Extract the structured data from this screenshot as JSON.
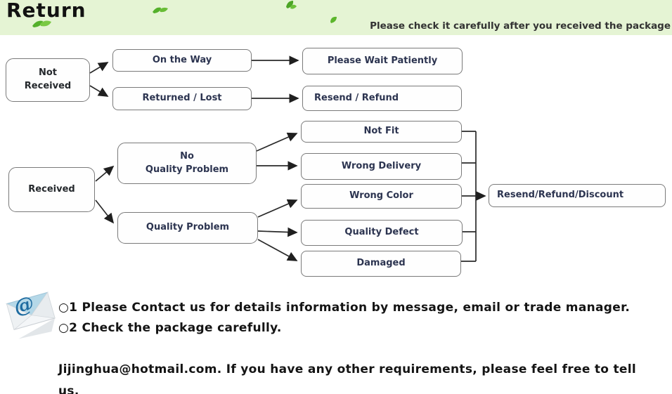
{
  "banner": {
    "title": "Return",
    "notice": "Please check it carefully after you received the package"
  },
  "flowchart": {
    "nodes": {
      "not_received": "Not\nReceived",
      "on_the_way": "On the Way",
      "returned_lost": "Returned / Lost",
      "please_wait": "Please Wait Patiently",
      "resend_refund": "Resend / Refund",
      "received": "Received",
      "no_quality_problem": "No\nQuality Problem",
      "quality_problem": "Quality Problem",
      "not_fit": "Not Fit",
      "wrong_delivery": "Wrong Delivery",
      "wrong_color": "Wrong Color",
      "quality_defect": "Quality Defect",
      "damaged": "Damaged",
      "resend_refund_discount": "Resend/Refund/Discount"
    },
    "edges": [
      {
        "from": "Not Received",
        "to": "On the Way"
      },
      {
        "from": "Not Received",
        "to": "Returned / Lost"
      },
      {
        "from": "On the Way",
        "to": "Please Wait Patiently"
      },
      {
        "from": "Returned / Lost",
        "to": "Resend / Refund"
      },
      {
        "from": "Received",
        "to": "No Quality Problem"
      },
      {
        "from": "Received",
        "to": "Quality Problem"
      },
      {
        "from": "No Quality Problem",
        "to": "Not Fit"
      },
      {
        "from": "No Quality Problem",
        "to": "Wrong Delivery"
      },
      {
        "from": "Quality Problem",
        "to": "Wrong Color"
      },
      {
        "from": "Quality Problem",
        "to": "Quality Defect"
      },
      {
        "from": "Quality Problem",
        "to": "Damaged"
      },
      {
        "from": "Not Fit",
        "to": "Resend/Refund/Discount"
      },
      {
        "from": "Wrong Delivery",
        "to": "Resend/Refund/Discount"
      },
      {
        "from": "Wrong Color",
        "to": "Resend/Refund/Discount"
      },
      {
        "from": "Quality Defect",
        "to": "Resend/Refund/Discount"
      },
      {
        "from": "Damaged",
        "to": "Resend/Refund/Discount"
      }
    ]
  },
  "notes": {
    "item1": "○1 Please Contact us for details information by message, email or trade manager.",
    "item2": "○2 Check the package carefully.",
    "contact": "Jijinghua@hotmail.com. If you have any other requirements, please feel free to tell us."
  },
  "icons": {
    "envelope": "email-envelope-at-icon",
    "leaf": "leaf-icon"
  },
  "colors": {
    "banner_bg": "#e5f4d4",
    "leaf_green": "#54b02b",
    "leaf_green_light": "#7ac943",
    "node_border": "#7a7a7a",
    "node_label": "#2c3450",
    "text_black": "#141414",
    "envelope_flap_blue": "#b5d8e8",
    "at_sign_blue": "#1d6ba0"
  }
}
